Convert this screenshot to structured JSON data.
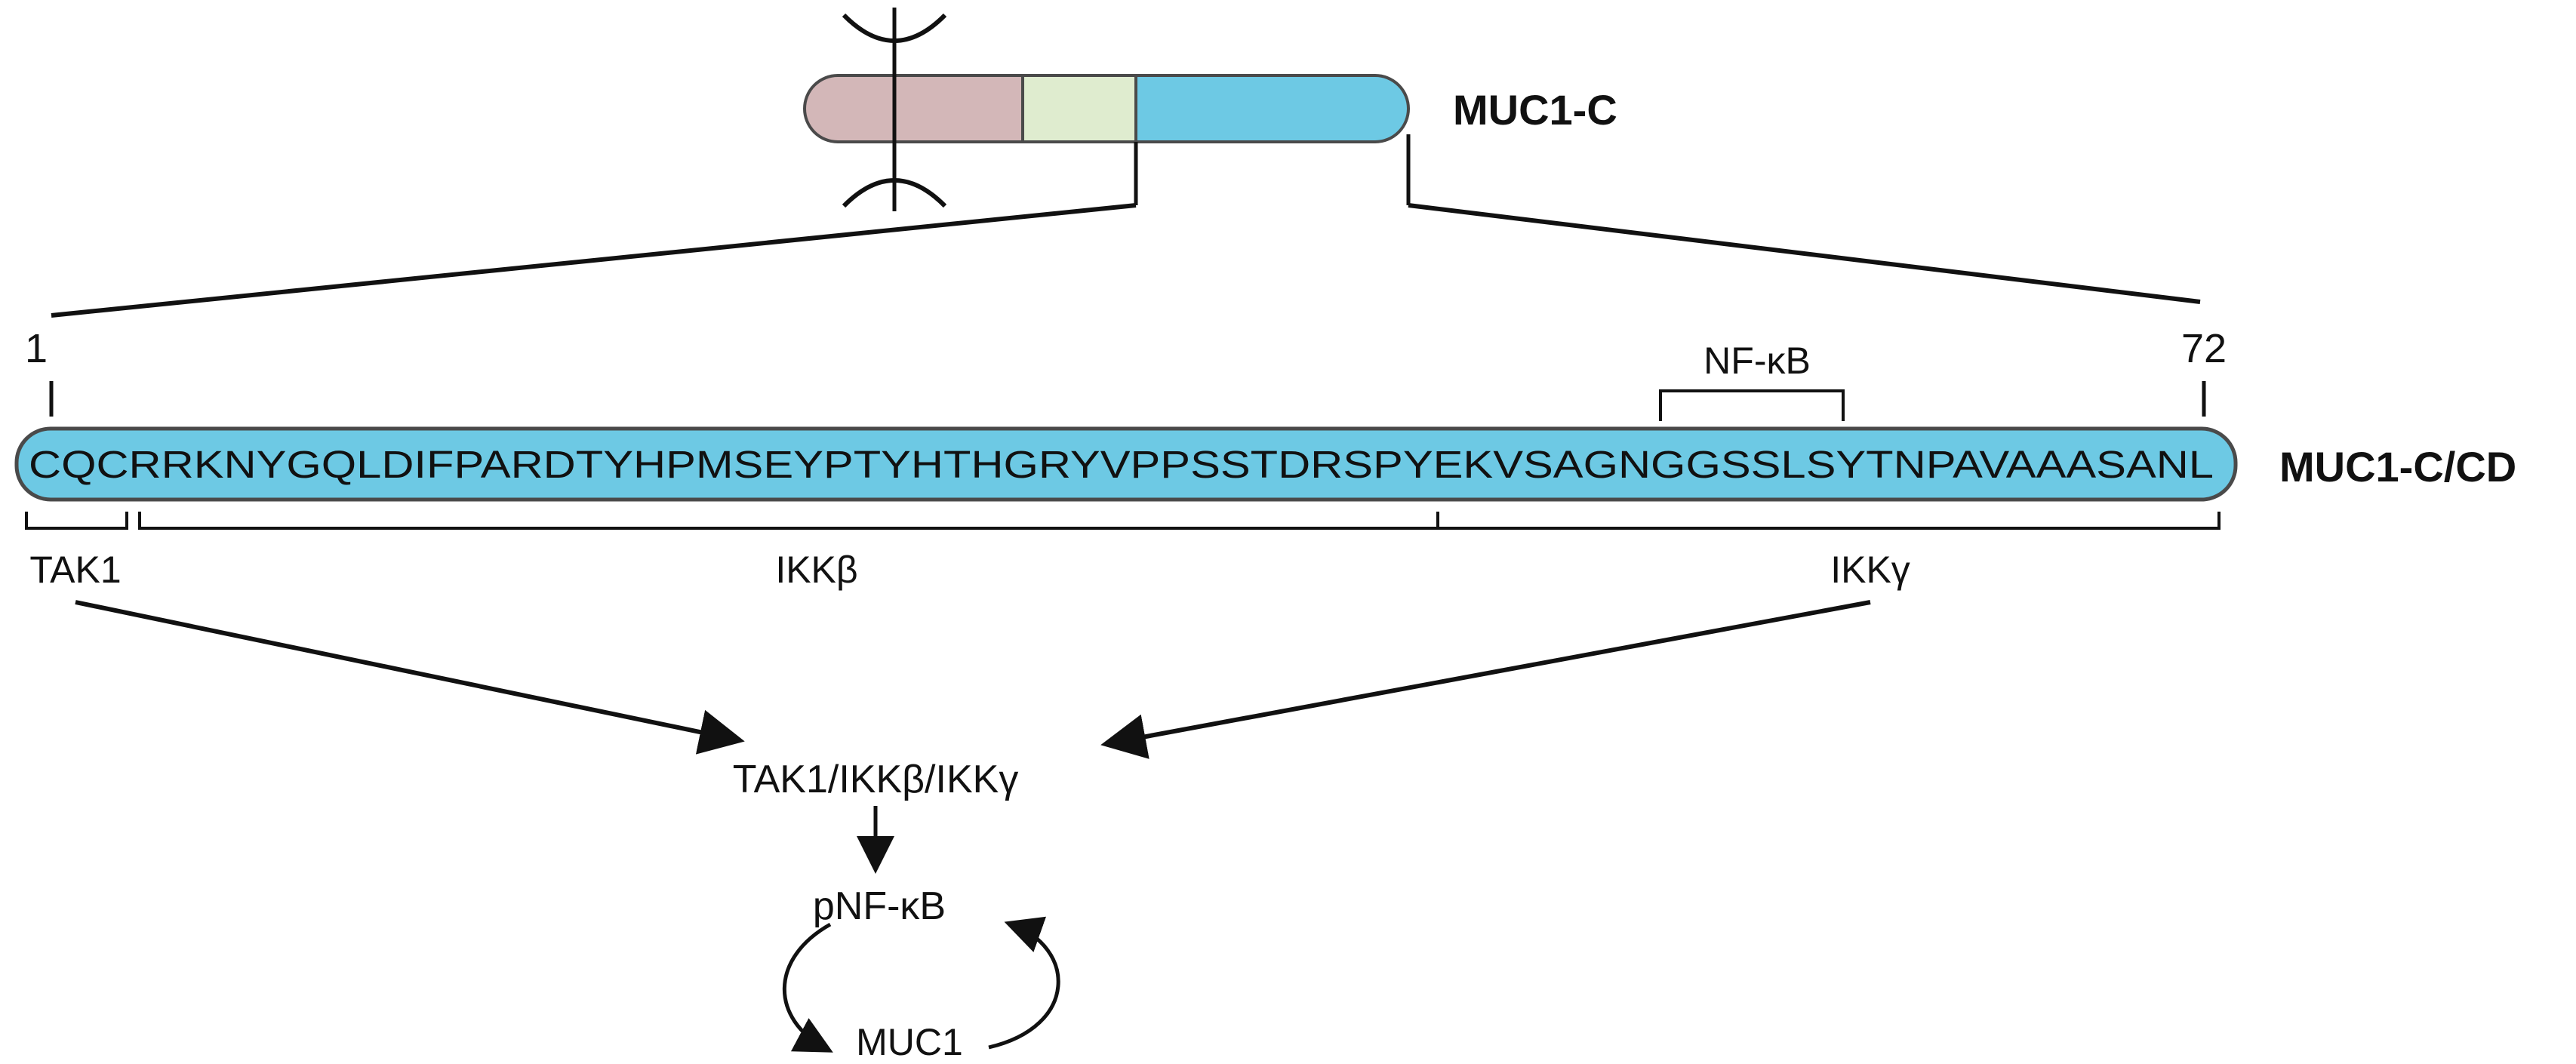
{
  "labels": {
    "muc1c": "MUC1-C",
    "muc1c_cd": "MUC1-C/CD",
    "start_position": "1",
    "end_position": "72",
    "sequence": "CQCRRKNYGQLDIFPARDTYHPMSEYPTYHTHGRYVPPSSTDRSPYEKVSAGNGGSSLSYTNPAVAAASANL",
    "nfkb_site": "NF-κB",
    "tak1": "TAK1",
    "ikkb": "IKKβ",
    "ikkg": "IKKγ",
    "complex": "TAK1/IKKβ/IKKγ",
    "pnfkb": "pNF-κB",
    "muc1": "MUC1"
  },
  "colors": {
    "left_segment": "#d3b7b8",
    "middle_segment": "#dfeccf",
    "cd_domain": "#6dc9e4",
    "outline": "#4a4a4a",
    "text": "#111111"
  }
}
